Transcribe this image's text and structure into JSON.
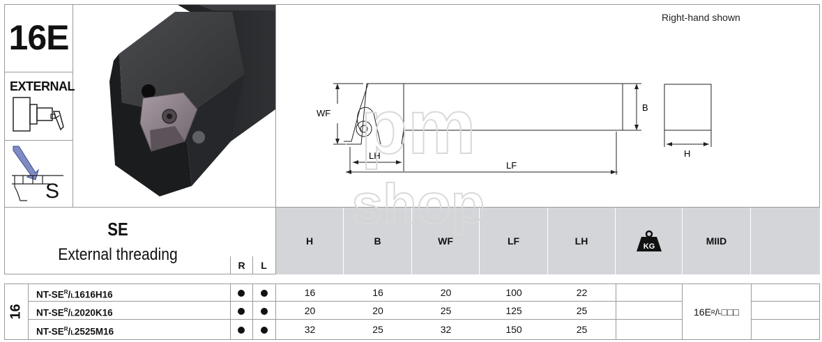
{
  "header": {
    "code": "16E",
    "application": "EXTERNAL",
    "threading_symbol": "S",
    "note": "Right-hand shown"
  },
  "drawing_labels": {
    "wf": "WF",
    "lh": "LH",
    "lf": "LF",
    "b": "B",
    "h": "H"
  },
  "series": {
    "name": "SE",
    "subtitle": "External threading",
    "r_label": "R",
    "l_label": "L"
  },
  "columns": [
    "H",
    "B",
    "WF",
    "LF",
    "LH",
    "",
    "MIID",
    ""
  ],
  "weight_icon": {
    "icon": "weight-kg-icon",
    "text": "KG"
  },
  "group_size": "16",
  "rows": [
    {
      "designation": "NT-SER/L1616H16",
      "prefix": "NT-SE",
      "sup": "R",
      "sub": "L",
      "suffix": "1616H16",
      "r": true,
      "l": true,
      "H": "16",
      "B": "16",
      "WF": "20",
      "LF": "100",
      "LH": "22"
    },
    {
      "designation": "NT-SER/L2020K16",
      "prefix": "NT-SE",
      "sup": "R",
      "sub": "L",
      "suffix": "2020K16",
      "r": true,
      "l": true,
      "H": "20",
      "B": "20",
      "WF": "25",
      "LF": "125",
      "LH": "25"
    },
    {
      "designation": "NT-SER/L2525M16",
      "prefix": "NT-SE",
      "sup": "R",
      "sub": "L",
      "suffix": "2525M16",
      "r": true,
      "l": true,
      "H": "32",
      "B": "25",
      "WF": "32",
      "LF": "150",
      "LH": "25"
    }
  ],
  "miid": {
    "prefix": "16E",
    "sup": "R",
    "sub": "L",
    "suffix": "□□□"
  },
  "watermark": {
    "line1": "pm",
    "line2": "shop"
  },
  "colors": {
    "header_bg": "#d4d5d9",
    "border": "#9a9a9a",
    "holder": "#2b2c2e",
    "insert": "#8a7f86"
  }
}
